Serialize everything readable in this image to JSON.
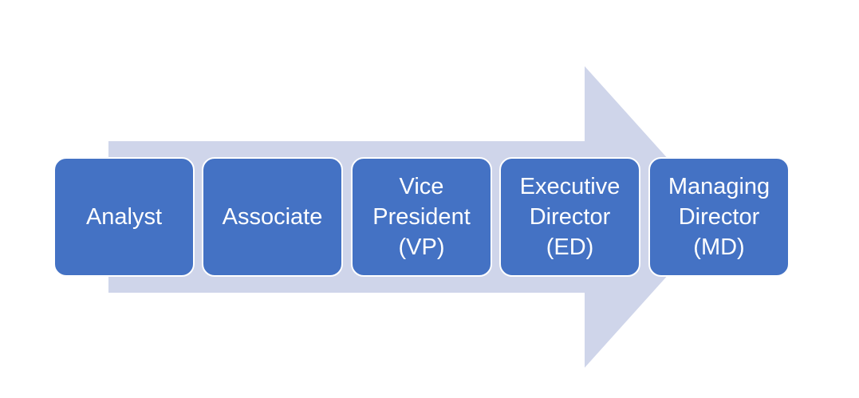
{
  "diagram": {
    "arrow_color": "#cfd5ea",
    "box_color": "#4472c4",
    "text_color": "#ffffff",
    "stages": [
      {
        "label": "Analyst"
      },
      {
        "label": "Associate"
      },
      {
        "label": "Vice\nPresident\n(VP)"
      },
      {
        "label": "Executive\nDirector\n(ED)"
      },
      {
        "label": "Managing\nDirector\n(MD)"
      }
    ]
  }
}
